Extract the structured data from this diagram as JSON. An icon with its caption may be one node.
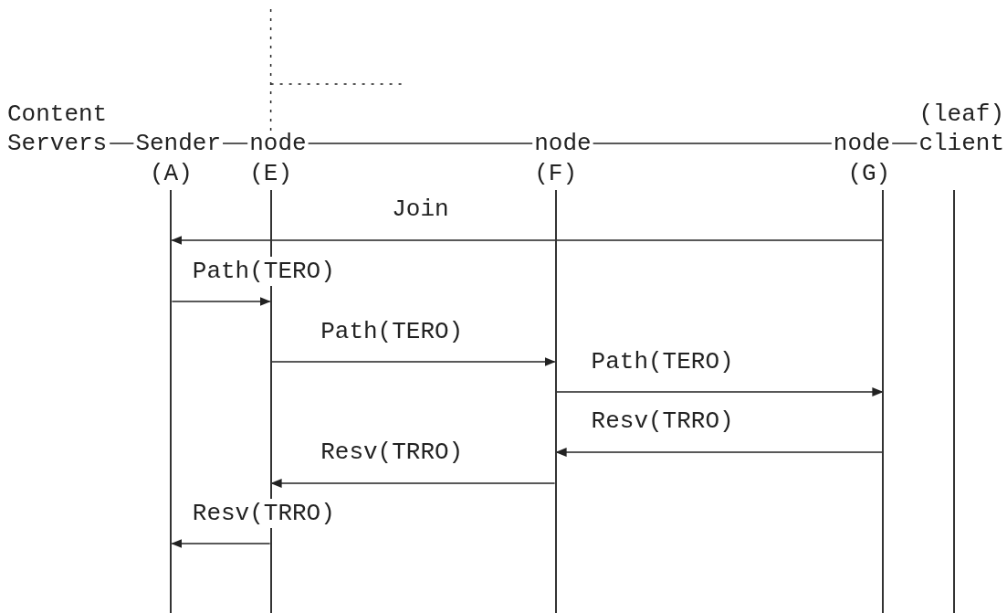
{
  "diagram": {
    "nodes": [
      {
        "text": [
          "Content Servers"
        ]
      },
      {
        "text": [
          "Sender"
        ],
        "beside": [
          "(A)"
        ]
      },
      {
        "text": [
          "node"
        ],
        "beside": [
          "(E)"
        ]
      },
      {
        "text": [
          "node"
        ],
        "beside": [
          "(F)"
        ]
      },
      {
        "text": [
          "node"
        ],
        "beside": [
          "(G)"
        ]
      },
      {
        "text": [
          "client"
        ],
        "beside": [
          "(leaf)"
        ]
      },
      {
        "text": [],
        "shape": "line"
      },
      {
        "text": [],
        "shape": "line"
      },
      {
        "text": [],
        "shape": "line"
      },
      {
        "text": [],
        "shape": "line"
      },
      {
        "text": [],
        "shape": "line"
      }
    ],
    "edges": [
      {
        "from": 0,
        "to": 1,
        "arrow": "none"
      },
      {
        "from": 1,
        "to": 2,
        "arrow": "none"
      },
      {
        "from": 2,
        "to": 3,
        "arrow": "none"
      },
      {
        "from": 3,
        "to": 4,
        "arrow": "none"
      },
      {
        "from": 4,
        "to": 5,
        "arrow": "none"
      },
      {
        "from": 2,
        "to": null,
        "arrow": "none",
        "style": "dashed"
      },
      {
        "from": 9,
        "to": 6,
        "arrow": "to",
        "label": "Join"
      },
      {
        "from": 6,
        "to": 7,
        "arrow": "to",
        "label": "Path(TERO)"
      },
      {
        "from": 7,
        "to": 8,
        "arrow": "to",
        "label": "Path(TERO)"
      },
      {
        "from": 8,
        "to": 9,
        "arrow": "to",
        "label": "Path(TERO)"
      },
      {
        "from": 9,
        "to": 8,
        "arrow": "to",
        "label": "Resv(TRRO)"
      },
      {
        "from": 8,
        "to": 7,
        "arrow": "to",
        "label": "Resv(TRRO)"
      },
      {
        "from": 7,
        "to": 6,
        "arrow": "to",
        "label": "Resv(TRRO)"
      }
    ]
  }
}
